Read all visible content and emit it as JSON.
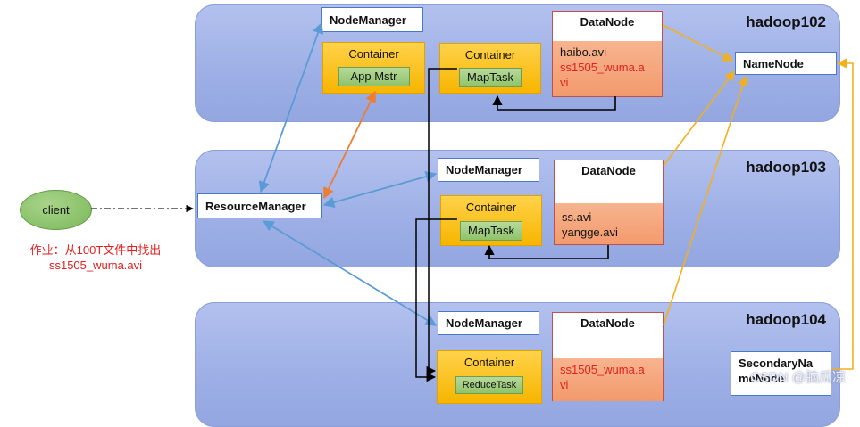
{
  "hosts": [
    {
      "title": "hadoop102",
      "nodemanager": "NodeManager",
      "containers": [
        {
          "title": "Container",
          "task": "App Mstr"
        },
        {
          "title": "Container",
          "task": "MapTask"
        }
      ],
      "datanode": {
        "title": "DataNode",
        "files": [
          {
            "text": "haibo.avi",
            "highlight": false
          },
          {
            "text": "ss1505_wuma.a",
            "highlight": true
          },
          {
            "text": "vi",
            "highlight": true
          }
        ]
      }
    },
    {
      "title": "hadoop103",
      "nodemanager": "NodeManager",
      "containers": [
        {
          "title": "Container",
          "task": "MapTask"
        }
      ],
      "datanode": {
        "title": "DataNode",
        "files": [
          {
            "text": "ss.avi",
            "highlight": false
          },
          {
            "text": "yangge.avi",
            "highlight": false
          }
        ]
      }
    },
    {
      "title": "hadoop104",
      "nodemanager": "NodeManager",
      "containers": [
        {
          "title": "Container",
          "task": "ReduceTask"
        }
      ],
      "datanode": {
        "title": "DataNode",
        "files": [
          {
            "text": "ss1505_wuma.a",
            "highlight": true
          },
          {
            "text": "vi",
            "highlight": true
          }
        ]
      },
      "secondary_namenode": [
        "SecondaryNa",
        "meNode"
      ]
    }
  ],
  "resource_manager": "ResourceManager",
  "namenode": "NameNode",
  "client": "client",
  "note": [
    "作业：从100T文件中找出",
    "ss1505_wuma.avi"
  ],
  "watermark": "CSDN @脑瓜凉",
  "colors": {
    "host_panel": "#9eb0e6",
    "container": "#f7b500",
    "task": "#8fc36b",
    "datanode_files": "#f39a6c",
    "highlight_text": "#e21e1e",
    "rm_link": "#5b9bd5",
    "appmaster_link": "#ed7d31",
    "namenode_link": "#f2b01e",
    "shuffle_line": "#000000"
  }
}
